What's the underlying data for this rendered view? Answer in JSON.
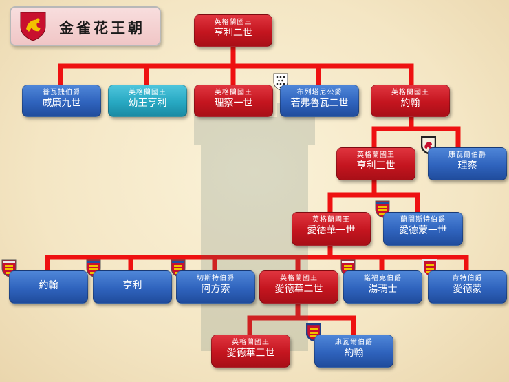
{
  "header": {
    "title": "金雀花王朝"
  },
  "nodes": {
    "henry2": {
      "title": "英格蘭國王",
      "name": "亨利二世"
    },
    "william": {
      "title": "普瓦捷伯爵",
      "name": "威廉九世"
    },
    "young": {
      "title": "英格蘭國王",
      "name": "幼王亨利"
    },
    "richard1": {
      "title": "英格蘭國王",
      "name": "理察一世"
    },
    "geoffrey": {
      "title": "布列塔尼公爵",
      "name": "若弗魯瓦二世"
    },
    "john": {
      "title": "英格蘭國王",
      "name": "約翰"
    },
    "henry3": {
      "title": "英格蘭國王",
      "name": "亨利三世"
    },
    "richardc": {
      "title": "康瓦爾伯爵",
      "name": "理察"
    },
    "edward1": {
      "title": "英格蘭國王",
      "name": "愛德華一世"
    },
    "edmund": {
      "title": "蘭開斯特伯爵",
      "name": "愛德蒙一世"
    },
    "johnb": {
      "name": "約翰"
    },
    "henryb": {
      "name": "亨利"
    },
    "alfonso": {
      "title": "切斯特伯爵",
      "name": "阿方索"
    },
    "edward2": {
      "title": "英格蘭國王",
      "name": "愛德華二世"
    },
    "thomas": {
      "title": "諾福克伯爵",
      "name": "湯瑪士"
    },
    "edmundk": {
      "title": "肯特伯爵",
      "name": "愛德蒙"
    },
    "edward3": {
      "title": "英格蘭國王",
      "name": "愛德華三世"
    },
    "johnc": {
      "title": "康瓦爾伯爵",
      "name": "約翰"
    }
  },
  "colors": {
    "king": "#c4151f",
    "noble": "#2f63bd",
    "young_king": "#27a8c2",
    "line": "#ee1111",
    "england_arms": "#c8102e",
    "lion_gold": "#f2c200"
  },
  "crests": [
    "england-arms",
    "ermine-arms",
    "cornwall-arms",
    "lancaster-arms",
    "cornwall-arms"
  ]
}
